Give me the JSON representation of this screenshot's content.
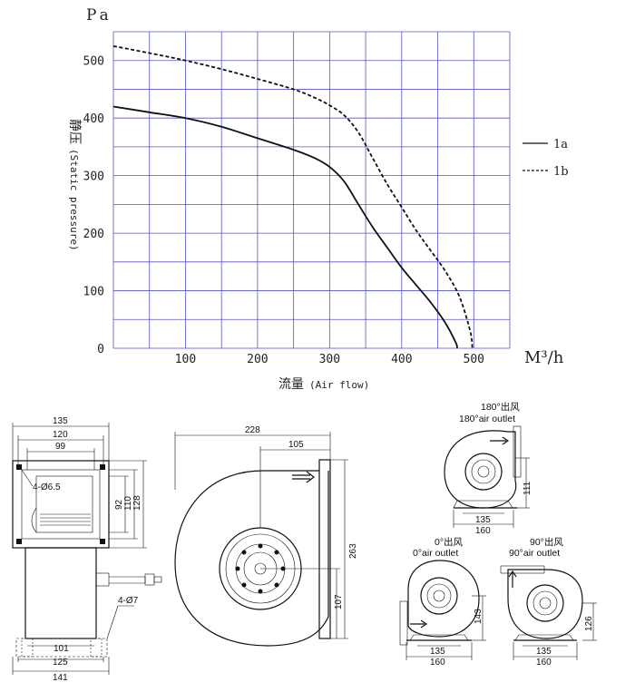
{
  "chart_data": {
    "type": "line",
    "y_unit": "Pa",
    "x_unit": "M³/h",
    "ylabel_cn": "静压",
    "ylabel_en": "(Static pressure)",
    "xlabel_cn": "流量",
    "xlabel_en": "(Air flow)",
    "xlim": [
      0,
      550
    ],
    "ylim": [
      0,
      550
    ],
    "x_ticks": [
      "100",
      "200",
      "300",
      "400",
      "500"
    ],
    "y_ticks": [
      "0",
      "100",
      "200",
      "300",
      "400",
      "500"
    ],
    "grid": true,
    "legend_position": "right",
    "series": [
      {
        "name": "1a",
        "style": "solid",
        "points": [
          [
            0,
            420
          ],
          [
            50,
            410
          ],
          [
            100,
            400
          ],
          [
            150,
            385
          ],
          [
            200,
            365
          ],
          [
            250,
            345
          ],
          [
            280,
            330
          ],
          [
            300,
            315
          ],
          [
            320,
            290
          ],
          [
            340,
            250
          ],
          [
            360,
            210
          ],
          [
            380,
            175
          ],
          [
            400,
            140
          ],
          [
            420,
            110
          ],
          [
            440,
            80
          ],
          [
            460,
            45
          ],
          [
            475,
            10
          ],
          [
            477,
            0
          ]
        ]
      },
      {
        "name": "1b",
        "style": "dashed",
        "points": [
          [
            0,
            525
          ],
          [
            50,
            513
          ],
          [
            100,
            500
          ],
          [
            150,
            485
          ],
          [
            200,
            468
          ],
          [
            250,
            450
          ],
          [
            280,
            435
          ],
          [
            300,
            422
          ],
          [
            320,
            405
          ],
          [
            340,
            375
          ],
          [
            360,
            330
          ],
          [
            380,
            285
          ],
          [
            400,
            245
          ],
          [
            420,
            205
          ],
          [
            440,
            170
          ],
          [
            460,
            135
          ],
          [
            480,
            90
          ],
          [
            495,
            30
          ],
          [
            498,
            0
          ]
        ]
      }
    ]
  },
  "drawings": {
    "front_view": {
      "top_width_outer": "135",
      "top_width_mid": "120",
      "top_width_inner": "99",
      "hole_spec": "4-Ø6.5",
      "height_inner": "92",
      "height_mid": "110",
      "height_outer": "128",
      "foot_hole_spec": "4-Ø7",
      "base_width_inner": "101",
      "base_width_mid": "125",
      "base_width_outer": "141"
    },
    "side_view": {
      "width_total": "228",
      "width_outlet": "105",
      "height_total": "263",
      "height_center": "107"
    },
    "outlet_180": {
      "title_cn": "180°出风",
      "title_en": "180°air outlet",
      "height": "111",
      "base_inner": "135",
      "base_outer": "160"
    },
    "outlet_0": {
      "title_cn": "0°出风",
      "title_en": "0°air outlet",
      "height": "143",
      "base_inner": "135",
      "base_outer": "160"
    },
    "outlet_90": {
      "title_cn": "90°出风",
      "title_en": "90°air outlet",
      "height": "126",
      "base_inner": "135",
      "base_outer": "160"
    }
  }
}
